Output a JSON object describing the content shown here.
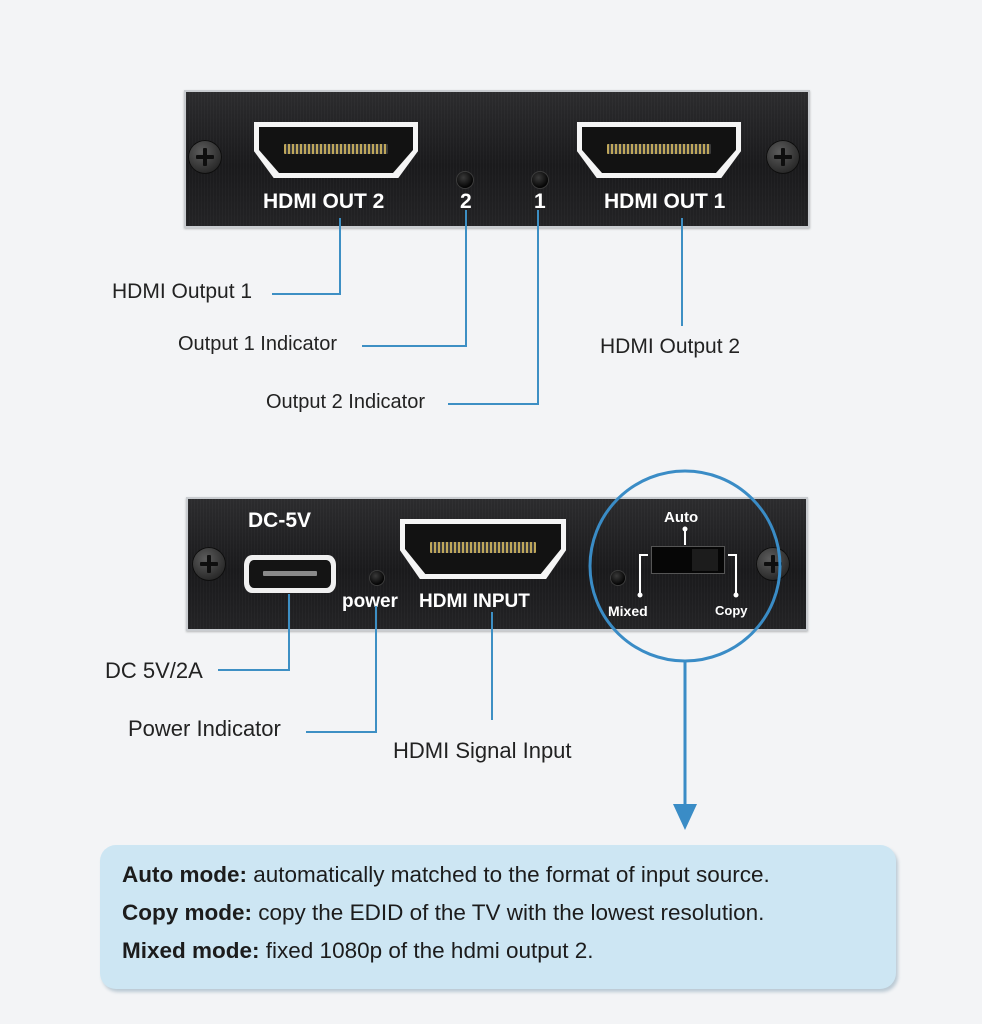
{
  "top_panel": {
    "port_left_label": "HDMI OUT 2",
    "port_right_label": "HDMI OUT 1",
    "led_left_label": "2",
    "led_right_label": "1"
  },
  "bottom_panel": {
    "dc_label": "DC-5V",
    "power_label": "power",
    "input_label": "HDMI INPUT",
    "switch": {
      "auto": "Auto",
      "mixed": "Mixed",
      "copy": "Copy"
    }
  },
  "callouts": {
    "hdmi_output_1": "HDMI Output 1",
    "output_1_indicator": "Output 1 Indicator",
    "output_2_indicator": "Output 2 Indicator",
    "hdmi_output_2": "HDMI Output 2",
    "dc_5v_2a": "DC 5V/2A",
    "power_indicator": "Power Indicator",
    "hdmi_signal_input": "HDMI Signal Input"
  },
  "modes": [
    {
      "name": "Auto mode:",
      "desc": " automatically matched to the format of input source."
    },
    {
      "name": "Copy mode:",
      "desc": " copy the EDID of the TV with the lowest resolution."
    },
    {
      "name": "Mixed mode:",
      "desc": " fixed 1080p of the hdmi output 2."
    }
  ],
  "colors": {
    "leader_line": "#3d8fc4",
    "callout_circle": "#3a8cc6",
    "info_bg": "#cde6f3"
  }
}
